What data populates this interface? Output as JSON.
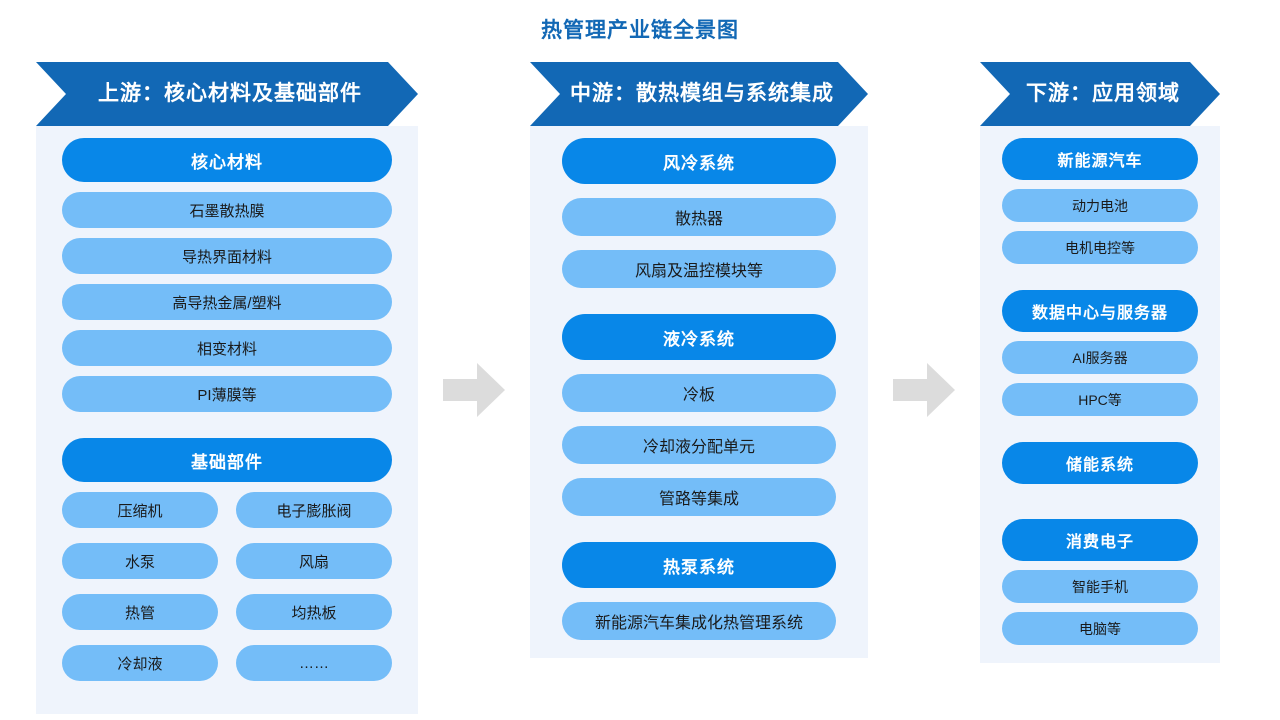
{
  "title": "热管理产业链全景图",
  "accent_colors": {
    "title_blue": "#1268b5",
    "header_blue": "#1268b5",
    "primary_pill": "#0887e8",
    "item_pill": "#74bdf8",
    "panel_bg": "#eff4fc",
    "arrow_gray": "#dcdcdc"
  },
  "connectors": [
    {
      "icon": "right-arrow-icon"
    },
    {
      "icon": "right-arrow-icon"
    }
  ],
  "columns": [
    {
      "id": "upstream",
      "header": "上游：核心材料及基础部件",
      "groups": [
        {
          "title": "核心材料",
          "layout": "single",
          "items": [
            "石墨散热膜",
            "导热界面材料",
            "高导热金属/塑料",
            "相变材料",
            "PI薄膜等"
          ]
        },
        {
          "title": "基础部件",
          "layout": "grid2",
          "items": [
            "压缩机",
            "电子膨胀阀",
            "水泵",
            "风扇",
            "热管",
            "均热板",
            "冷却液",
            "……"
          ]
        }
      ]
    },
    {
      "id": "midstream",
      "header": "中游：散热模组与系统集成",
      "groups": [
        {
          "title": "风冷系统",
          "layout": "single",
          "items": [
            "散热器",
            "风扇及温控模块等"
          ]
        },
        {
          "title": "液冷系统",
          "layout": "single",
          "items": [
            "冷板",
            "冷却液分配单元",
            "管路等集成"
          ]
        },
        {
          "title": "热泵系统",
          "layout": "single",
          "items": [
            "新能源汽车集成化热管理系统"
          ]
        }
      ]
    },
    {
      "id": "downstream",
      "header": "下游：应用领域",
      "groups": [
        {
          "title": "新能源汽车",
          "layout": "single",
          "items": [
            "动力电池",
            "电机电控等"
          ]
        },
        {
          "title": "数据中心与服务器",
          "layout": "single",
          "items": [
            "AI服务器",
            "HPC等"
          ]
        },
        {
          "title": "储能系统",
          "layout": "single",
          "items": []
        },
        {
          "title": "消费电子",
          "layout": "single",
          "items": [
            "智能手机",
            "电脑等"
          ]
        }
      ]
    }
  ]
}
